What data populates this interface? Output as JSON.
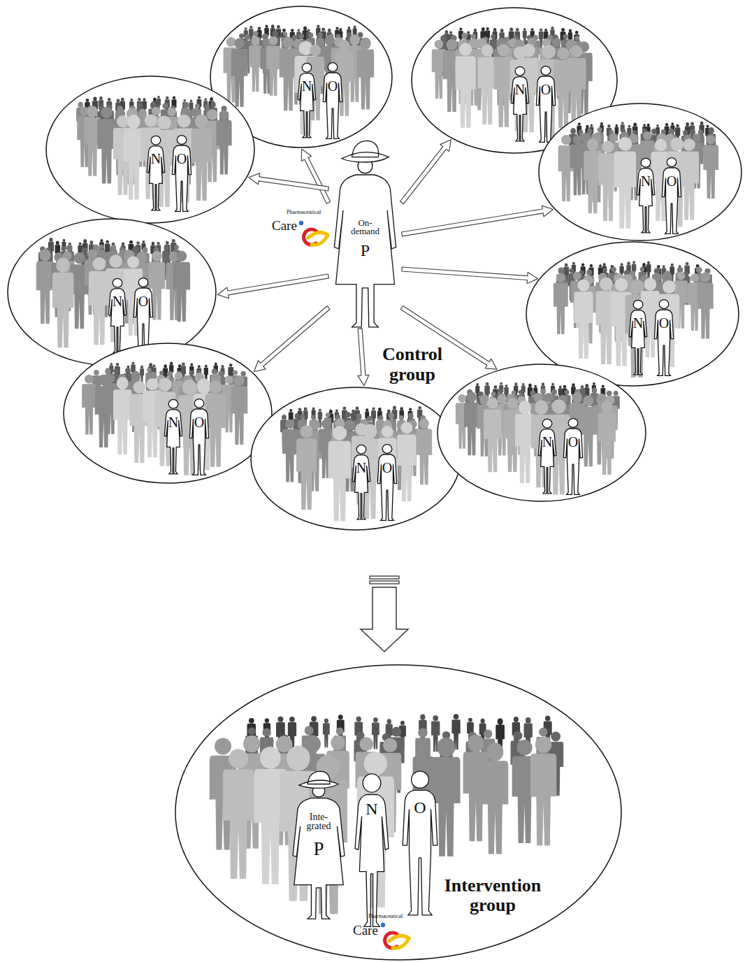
{
  "diagram": {
    "nodes": [
      {
        "text": []
      },
      {
        "text": [
          "N"
        ],
        "in": 0
      },
      {
        "text": [
          "O"
        ],
        "in": 0
      },
      {
        "text": []
      },
      {
        "text": [
          "N"
        ],
        "in": 3
      },
      {
        "text": [
          "O"
        ],
        "in": 3
      },
      {
        "text": []
      },
      {
        "text": [
          "N"
        ],
        "in": 6
      },
      {
        "text": [
          "O"
        ],
        "in": 6
      },
      {
        "text": []
      },
      {
        "text": [
          "N"
        ],
        "in": 9
      },
      {
        "text": [
          "O"
        ],
        "in": 9
      },
      {
        "text": [
          "On-demand",
          "P"
        ]
      },
      {
        "text": []
      },
      {
        "text": [
          "N"
        ],
        "in": 13
      },
      {
        "text": [
          "O"
        ],
        "in": 13
      },
      {
        "text": []
      },
      {
        "text": [
          "N"
        ],
        "in": 16
      },
      {
        "text": [
          "O"
        ],
        "in": 16
      },
      {
        "text": []
      },
      {
        "text": [
          "N"
        ],
        "in": 19
      },
      {
        "text": [
          "O"
        ],
        "in": 19
      },
      {
        "text": []
      },
      {
        "text": [
          "N"
        ],
        "in": 22
      },
      {
        "text": [
          "O"
        ],
        "in": 22
      },
      {
        "text": []
      },
      {
        "text": [
          "N"
        ],
        "in": 25
      },
      {
        "text": [
          "O"
        ],
        "in": 25
      },
      {
        "text": [
          "Intervention group"
        ]
      },
      {
        "text": [
          "Inte-grated",
          "P"
        ],
        "in": 28
      },
      {
        "text": [
          "N"
        ],
        "in": 28
      },
      {
        "text": [
          "O"
        ],
        "in": 28
      }
    ],
    "edges": [
      {
        "from": 12,
        "to": 0,
        "arrow": "to"
      },
      {
        "from": 12,
        "to": 3,
        "arrow": "to"
      },
      {
        "from": 12,
        "to": 6,
        "arrow": "to"
      },
      {
        "from": 12,
        "to": 9,
        "arrow": "to"
      },
      {
        "from": 12,
        "to": 13,
        "arrow": "to"
      },
      {
        "from": 12,
        "to": 16,
        "arrow": "to"
      },
      {
        "from": 12,
        "to": 19,
        "arrow": "to"
      },
      {
        "from": 12,
        "to": 22,
        "arrow": "to"
      },
      {
        "from": 12,
        "to": 25,
        "arrow": "to"
      }
    ],
    "labels": [
      "Pharmaceutical",
      "Care",
      "Control group",
      "Pharmaceutical",
      "Care"
    ]
  }
}
